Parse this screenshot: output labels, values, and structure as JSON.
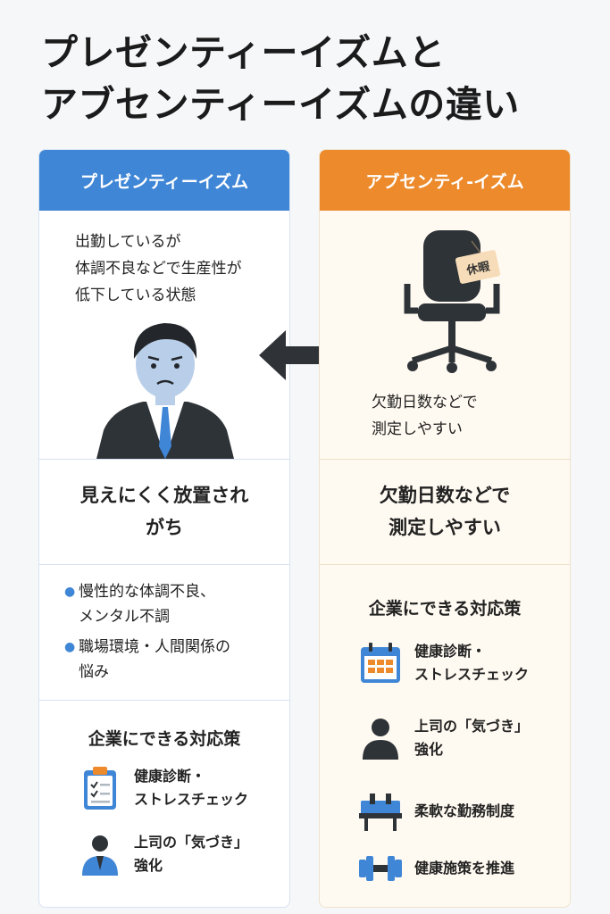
{
  "title": {
    "line1": "プレゼンティーイズムと",
    "line2": "アブセンティーイズムの違い"
  },
  "left": {
    "header": "プレゼンティーイズム",
    "description": [
      "出勤しているが",
      "体調不良などで生産性が",
      "低下している状態"
    ],
    "summary": [
      "見えにくく放置され",
      "がち"
    ],
    "causes": [
      [
        "慢性的な体調不良、",
        "メンタル不調"
      ],
      [
        "職場環境・人間関係の",
        "悩み"
      ]
    ],
    "measures_title": "企業にできる対応策",
    "measures": [
      {
        "icon": "clipboard-icon",
        "text": [
          "健康診断・",
          "ストレスチェック"
        ]
      },
      {
        "icon": "person-icon",
        "text": [
          "上司の「気づき」",
          "強化"
        ]
      }
    ]
  },
  "right": {
    "header": "アブセンティ-イズム",
    "tag": "休暇",
    "description": [
      "欠勤日数などで",
      "測定しやすい"
    ],
    "summary": [
      "欠勤日数などで",
      "測定しやすい"
    ],
    "measures_title": "企業にできる対応策",
    "measures": [
      {
        "icon": "calendar-icon",
        "text": [
          "健康診断・",
          "ストレスチェック"
        ]
      },
      {
        "icon": "person-icon",
        "text": [
          "上司の「気づき」",
          "強化"
        ]
      },
      {
        "icon": "desk-icon",
        "text": [
          "柔軟な勤務制度"
        ]
      },
      {
        "icon": "dumbbell-icon",
        "text": [
          "健康施策を推進"
        ]
      }
    ]
  },
  "colors": {
    "left_accent": "#3f86d6",
    "right_accent": "#ec8a2c",
    "arrow": "#2f3338"
  }
}
